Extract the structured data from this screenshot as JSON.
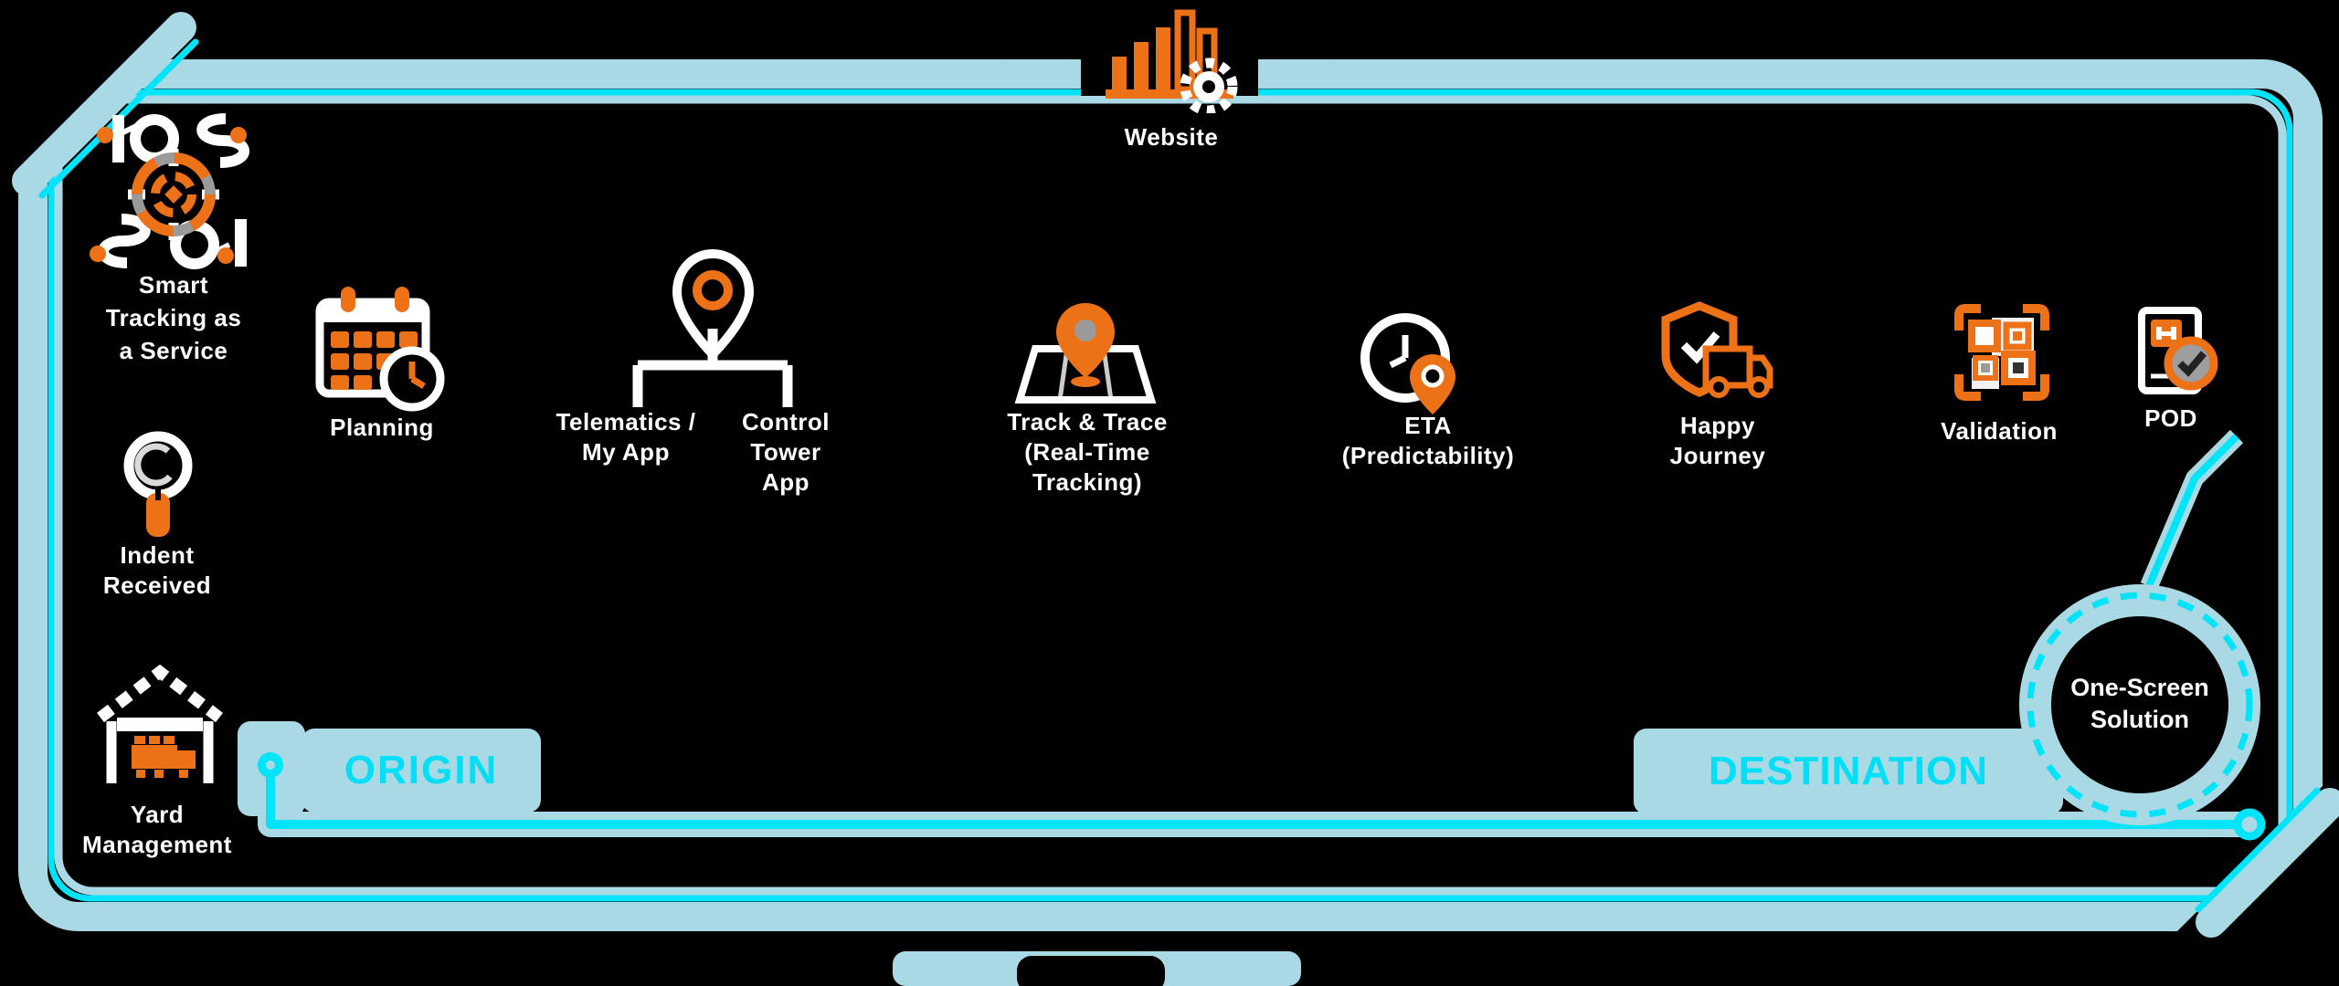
{
  "colors": {
    "background": "#000000",
    "frame_blue": "#a9d9e4",
    "accent_cyan": "#00e4fa",
    "orange": "#ed7117",
    "white": "#ffffff",
    "shadow_gray": "#9a9a9a"
  },
  "logo": {
    "icon": "gps-target-circuit-icon",
    "lines": [
      "Smart",
      "Tracking as",
      "a Service"
    ]
  },
  "website": {
    "icon": "analytics-gear-icon",
    "label": "Website"
  },
  "side": {
    "indent": {
      "icon": "magnifier-icon",
      "lines": [
        "Indent",
        "Received"
      ]
    },
    "yard": {
      "icon": "warehouse-truck-icon",
      "lines": [
        "Yard",
        "Management"
      ]
    }
  },
  "steps": {
    "planning": {
      "icon": "calendar-clock-icon",
      "label": "Planning"
    },
    "telematics": {
      "icon": "location-pin-icon",
      "lines": [
        "Telematics /",
        "My App"
      ]
    },
    "control_tower": {
      "lines": [
        "Control",
        "Tower",
        "App"
      ]
    },
    "track_trace": {
      "icon": "map-pin-icon",
      "lines": [
        "Track & Trace",
        "(Real-Time",
        "Tracking)"
      ]
    },
    "eta": {
      "icon": "clock-pin-icon",
      "lines": [
        "ETA",
        "(Predictability)"
      ]
    },
    "happy_journey": {
      "icon": "shield-truck-icon",
      "lines": [
        "Happy",
        "Journey"
      ]
    },
    "validation": {
      "icon": "qr-code-icon",
      "label": "Validation"
    },
    "pod": {
      "icon": "pod-document-icon",
      "label": "POD"
    }
  },
  "route": {
    "origin": "ORIGIN",
    "destination": "DESTINATION",
    "bubble": [
      "One-Screen",
      "Solution"
    ]
  }
}
